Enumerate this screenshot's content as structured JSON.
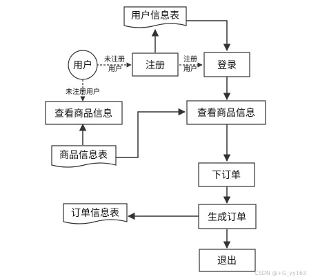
{
  "nodes": {
    "user": "用户",
    "register": "注册",
    "login": "登录",
    "user_table": "用户信息表",
    "view_goods_left": "查看商品信息",
    "view_goods_main": "查看商品信息",
    "goods_table": "商品信息表",
    "place_order": "下订单",
    "create_order": "生成订单",
    "order_table": "订单信息表",
    "exit": "退出"
  },
  "edges": {
    "user_to_register_line1": "未注册",
    "user_to_register_line2": "用户",
    "register_to_login_line1": "注册",
    "register_to_login_line2": "用户",
    "user_to_view_goods": "未注册用户"
  },
  "watermark": "CSDN @+G_yy163"
}
